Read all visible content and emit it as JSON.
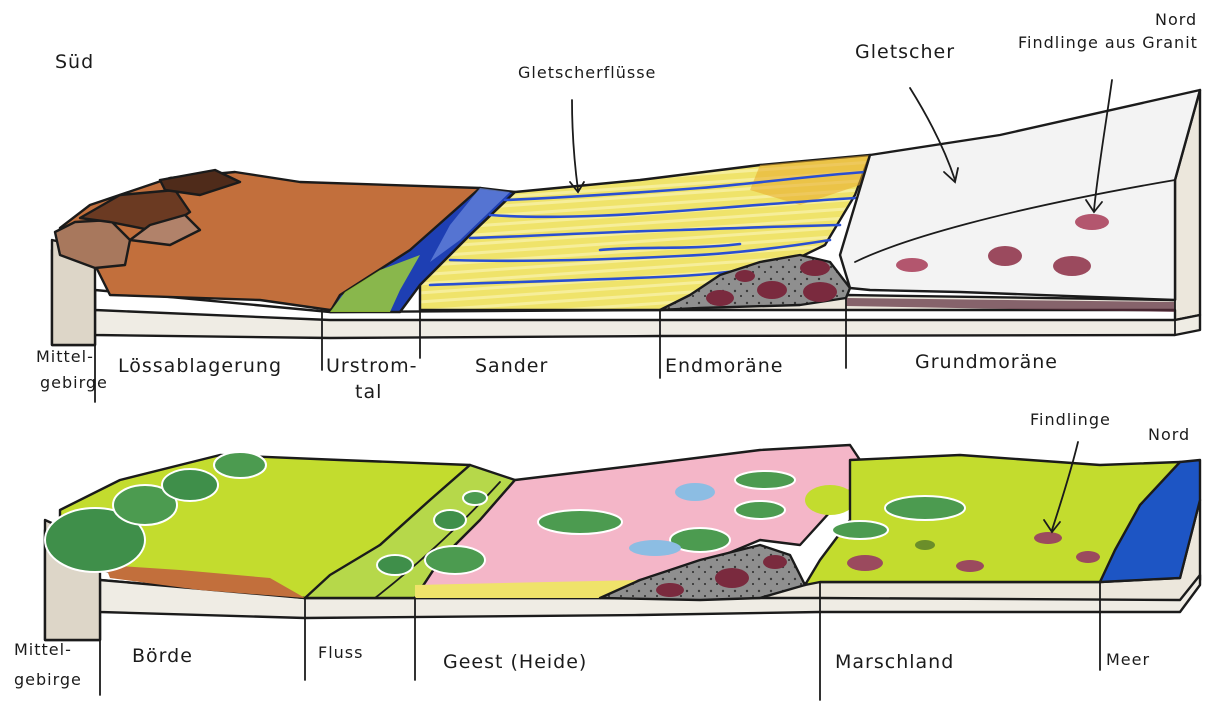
{
  "top_diagram": {
    "direction_south": "Süd",
    "direction_north": "Nord",
    "annotations": {
      "meltwater_rivers": "Gletscherflüsse",
      "glacier": "Gletscher",
      "erratics": "Findlinge aus Granit"
    },
    "zones": {
      "highland": [
        "Mittel-",
        "gebirge"
      ],
      "loess": "Lössablagerung",
      "valley": [
        "Urstrom-",
        "tal"
      ],
      "sander": "Sander",
      "end_moraine": "Endmoräne",
      "ground_moraine": "Grundmoräne"
    }
  },
  "bottom_diagram": {
    "direction_north": "Nord",
    "annotations": {
      "erratics": "Findlinge"
    },
    "zones": {
      "highland": [
        "Mittel-",
        "gebirge"
      ],
      "borde": "Börde",
      "river": "Fluss",
      "geest": "Geest (Heide)",
      "marsh": "Marschland",
      "sea": "Meer"
    }
  },
  "colors": {
    "loess": "#c26f3c",
    "loess_dark": "#6b3a22",
    "glacier": "#f3f3f3",
    "sander_yellow": "#efe36a",
    "meltwater_blue": "#2a4fd1",
    "boulder": "#9b4a5e",
    "moraine_grey": "#8f8f8f",
    "grass": "#c3dc2e",
    "forest": "#3f8f4a",
    "heath": "#f4b6c8",
    "sea": "#1d55c4"
  }
}
